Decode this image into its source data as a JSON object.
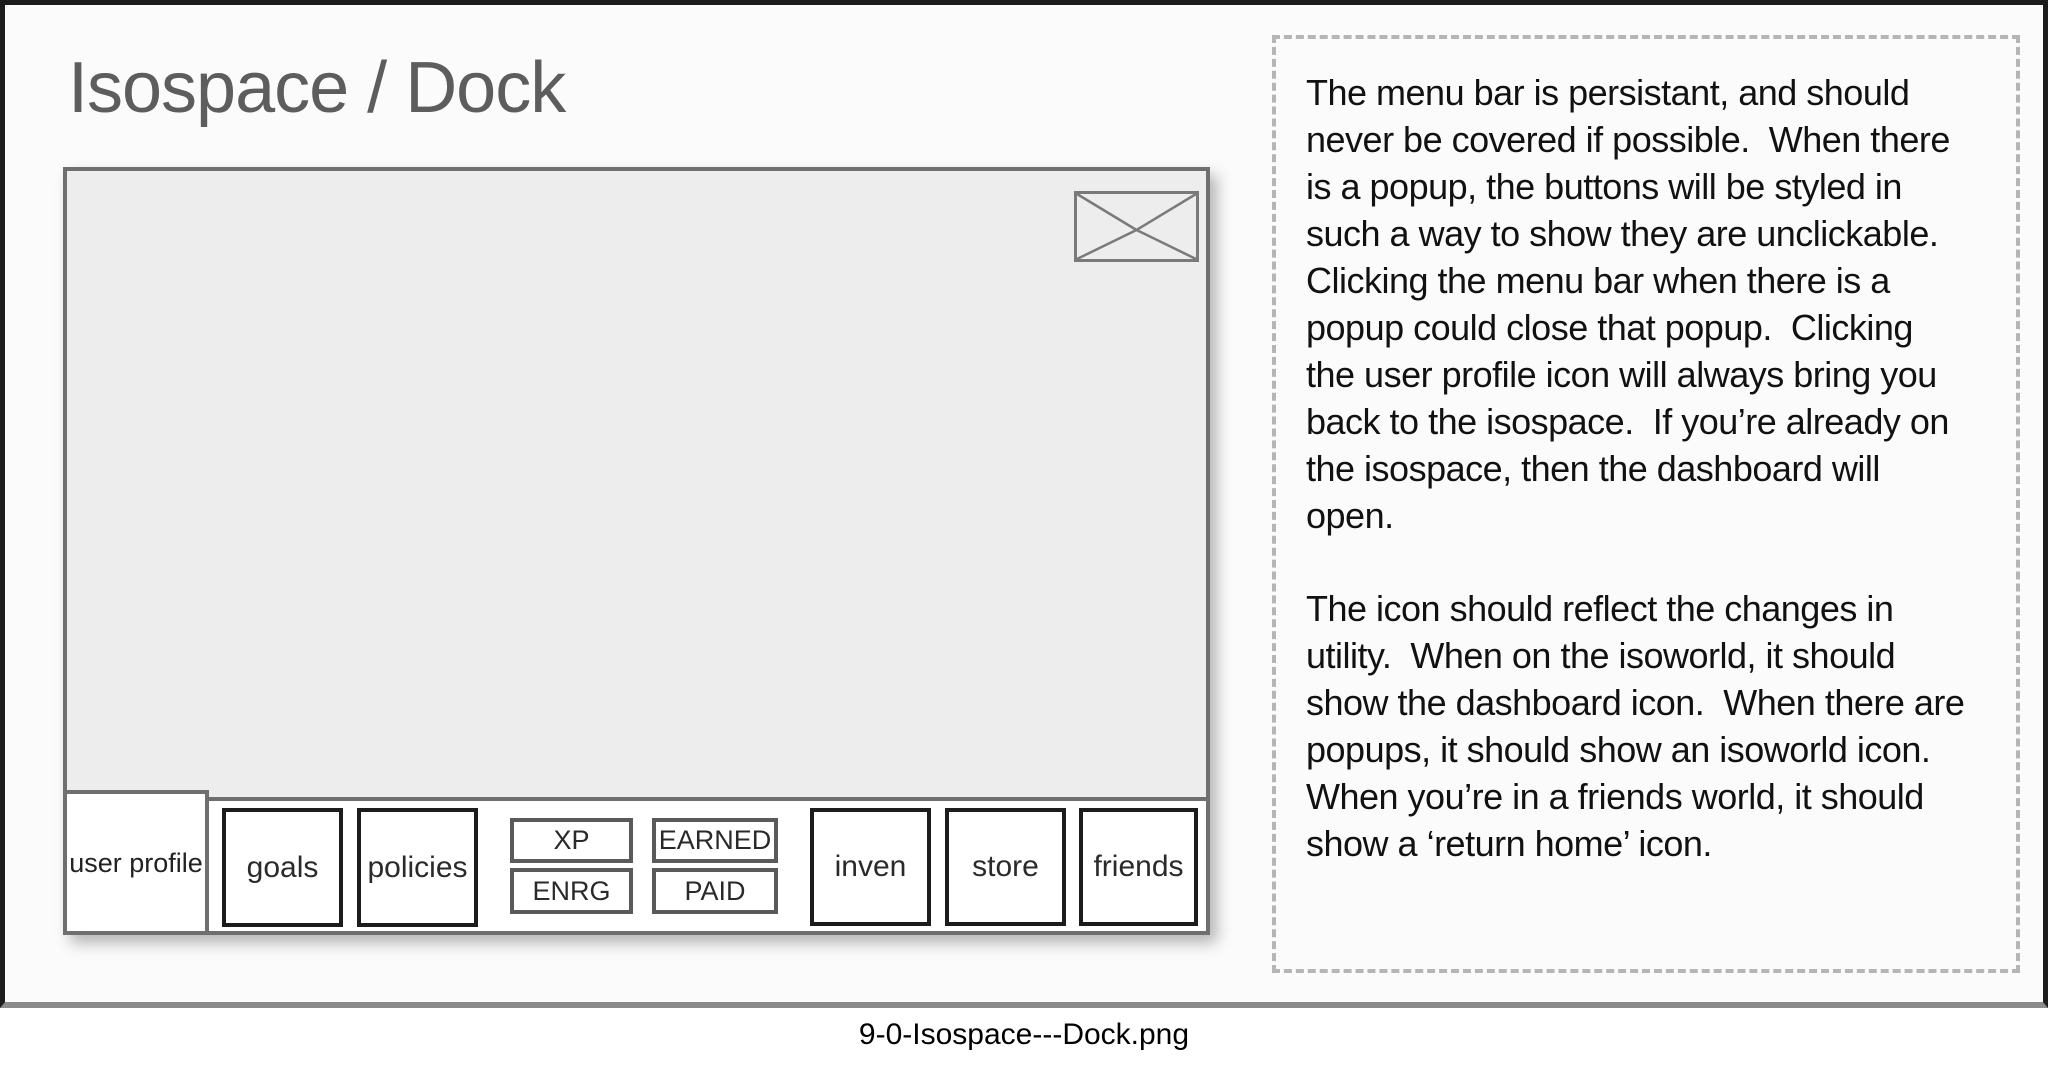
{
  "header": {
    "title": "Isospace / Dock"
  },
  "screen": {
    "icons": {
      "mail": "envelope-icon"
    },
    "dock": {
      "user_profile_label": "user profile",
      "buttons": {
        "goals": "goals",
        "policies": "policies",
        "inven": "inven",
        "store": "store",
        "friends": "friends"
      },
      "stats": {
        "xp": "XP",
        "enrg": "ENRG",
        "earned": "EARNED",
        "paid": "PAID"
      }
    }
  },
  "notes": {
    "para1": "The menu bar is persistant, and should\nnever be covered if possible.  When there\nis a popup, the buttons will be styled in\nsuch a way to show they are unclickable.\nClicking the menu bar when there is a\npopup could close that popup.  Clicking\nthe user profile icon will always bring you\nback to the isospace.  If you’re already on\nthe isospace, then the dashboard will\nopen.",
    "para2": "The icon should reflect the changes in\nutility.  When on the isoworld, it should\nshow the dashboard icon.  When there are\npopups, it should show an isoworld icon.\nWhen you’re in a friends world, it should\nshow a ‘return home’ icon."
  },
  "caption": {
    "filename": "9-0-Isospace---Dock.png"
  },
  "colors": {
    "frame_border": "#1c1c1c",
    "frame_bottom_border": "#8a8a8a",
    "wireframe_border": "#6f6f6f",
    "canvas_fill": "#ededed",
    "button_border": "#1c1c1c",
    "stat_button_border": "#5a5a5a",
    "dashed_border": "#b5b5b5",
    "title_gray": "#5d5d5d"
  }
}
